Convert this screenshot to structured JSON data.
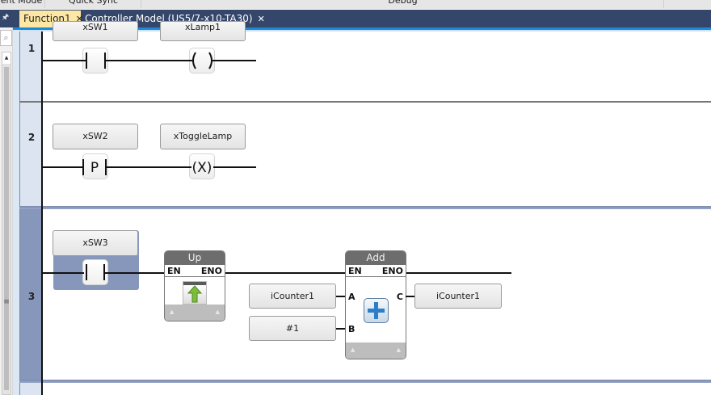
{
  "toolbar": {
    "items": [
      {
        "label": "ent Mode"
      },
      {
        "label": "Quick Sync"
      },
      {
        "label": "Debug"
      }
    ]
  },
  "tabs": [
    {
      "label": "Function1",
      "close": "✕",
      "active": true
    },
    {
      "label": "Controller Model (US5/7-x10-TA30)",
      "close": "✕",
      "active": false
    }
  ],
  "side": {
    "pin_icon": "pin-icon",
    "search_icon": "search-icon",
    "scroll_up": "▲",
    "scroll_grip": "≡"
  },
  "rungs": [
    {
      "number": "1",
      "contact": {
        "variable": "xSW1",
        "type": "normally-open"
      },
      "coil": {
        "variable": "xLamp1",
        "symbol": "( )"
      }
    },
    {
      "number": "2",
      "contact": {
        "variable": "xSW2",
        "type": "positive-transition",
        "symbol": "P"
      },
      "coil": {
        "variable": "xToggleLamp",
        "symbol": "(X)"
      }
    },
    {
      "number": "3",
      "selected": true,
      "contact": {
        "variable": "xSW3",
        "type": "normally-open"
      },
      "blocks": [
        {
          "title": "Up",
          "en": "EN",
          "eno": "ENO",
          "icon": "up-arrow-icon"
        },
        {
          "title": "Add",
          "en": "EN",
          "eno": "ENO",
          "icon": "plus-icon",
          "inputs": [
            {
              "port": "A",
              "value": "iCounter1"
            },
            {
              "port": "B",
              "value": "#1"
            }
          ],
          "outputs": [
            {
              "port": "C",
              "value": "iCounter1"
            }
          ]
        }
      ]
    }
  ],
  "colors": {
    "tabbar": "#34466a",
    "active_tab": "#fde7a4",
    "selected_rung": "#8797bb",
    "gutter": "#dbe7f4"
  }
}
